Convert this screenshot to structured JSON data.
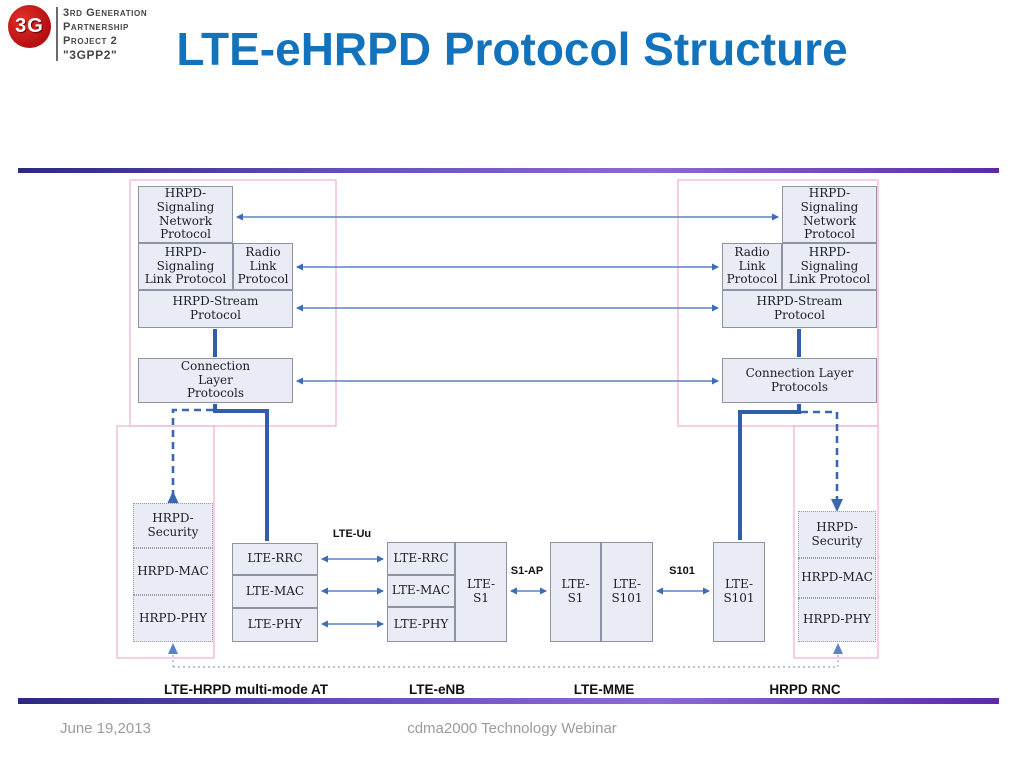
{
  "slide": {
    "title": "LTE-eHRPD Protocol Structure",
    "footer": {
      "date": "June 19,2013",
      "center": "cdma2000 Technology Webinar"
    }
  },
  "logo": {
    "badge": "3G",
    "lines": [
      "3rd Generation",
      "Partnership",
      "Project 2",
      "\"3GPP2\""
    ]
  },
  "stacks": {
    "at_upper": {
      "hsnp": "HRPD-\nSignaling\nNetwork\nProtocol",
      "hslp": "HRPD-\nSignaling\nLink Protocol",
      "rlp": "Radio\nLink\nProtocol",
      "hsp": "HRPD-Stream\nProtocol",
      "clp": "Connection\nLayer\nProtocols"
    },
    "rnc_upper": {
      "hsnp": "HRPD-\nSignaling\nNetwork\nProtocol",
      "rlp": "Radio\nLink\nProtocol",
      "hslp": "HRPD-\nSignaling\nLink Protocol",
      "hsp": "HRPD-Stream\nProtocol",
      "clp": "Connection Layer\nProtocols"
    },
    "at_security": {
      "sec": "HRPD-\nSecurity",
      "mac": "HRPD-MAC",
      "phy": "HRPD-PHY"
    },
    "rnc_security": {
      "sec": "HRPD-\nSecurity",
      "mac": "HRPD-MAC",
      "phy": "HRPD-PHY"
    },
    "at_lte": {
      "rrc": "LTE-RRC",
      "mac": "LTE-MAC",
      "phy": "LTE-PHY"
    },
    "enb": {
      "rrc": "LTE-RRC",
      "mac": "LTE-MAC",
      "phy": "LTE-PHY",
      "s1": "LTE-\nS1"
    },
    "mme": {
      "s1": "LTE-\nS1",
      "s101": "LTE-\nS101"
    },
    "rnc": {
      "s101": "LTE-\nS101"
    }
  },
  "interfaces": {
    "lte_uu": "LTE-Uu",
    "s1_ap": "S1-AP",
    "s101": "S101"
  },
  "entities": {
    "at": "LTE-HRPD multi-mode AT",
    "enb": "LTE-eNB",
    "mme": "LTE-MME",
    "rnc": "HRPD RNC"
  },
  "colors": {
    "title_blue": "#1273bc",
    "divider_gradient": [
      "#2b2a7e",
      "#8b6ad2",
      "#5a2aa8"
    ],
    "box_fill": "#e9ecf5",
    "box_border": "#8d93a3",
    "connector_blue": "#2f5fa8",
    "arrow_blue": "#4f79c2",
    "outline_pink": "#f0aed8",
    "logo_red": "#b50f12",
    "footer_gray": "#9b9b9b"
  }
}
